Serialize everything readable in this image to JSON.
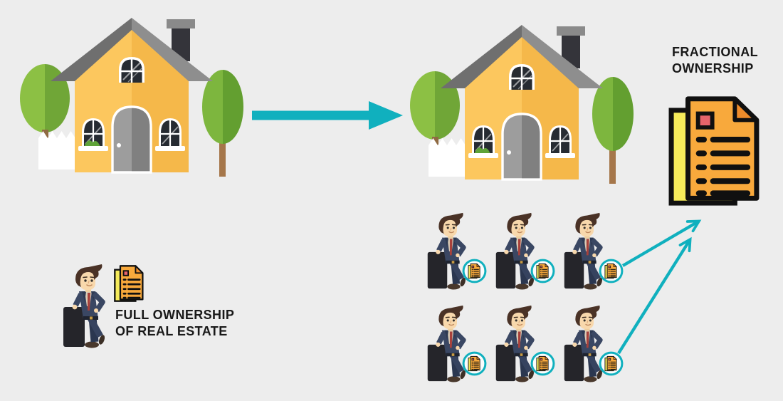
{
  "palette": {
    "background": "#EDEDED",
    "accent_teal": "#10B0BE",
    "ink": "#191919",
    "house_wall_light": "#FCC75E",
    "house_wall_dark": "#F5B84A",
    "roof_gray_dark": "#6F6F6F",
    "roof_gray_light": "#8E8E8E",
    "tree_green_light": "#8CC044",
    "tree_green_dark": "#6AA634",
    "document_front_orange": "#F8A93C",
    "document_back_yellow": "#F5EB5A",
    "document_fold_orange": "#EE8C2B",
    "document_mark_red": "#E5646B",
    "suit_navy": "#3A4763",
    "tie_red": "#A8413B",
    "briefcase_black": "#25252A"
  },
  "left_scene": {
    "house_icon": "house-icon",
    "owner_icon": "businessman-icon",
    "documents_icon": "title-deed-documents-icon",
    "caption_lines": [
      "FULL OWNERSHIP",
      "OF REAL ESTATE"
    ]
  },
  "transform_arrow_icon": "arrow-right-icon",
  "right_scene": {
    "house_icon": "house-icon",
    "title_lines": [
      "FRACTIONAL",
      "OWNERSHIP"
    ],
    "documents_icon": "title-deed-documents-icon",
    "owners": {
      "count": 6,
      "columns": 3,
      "rows": 2,
      "figure_icon": "businessman-icon",
      "badge_icon": "share-certificate-icon"
    },
    "connector_arrows": 2
  }
}
